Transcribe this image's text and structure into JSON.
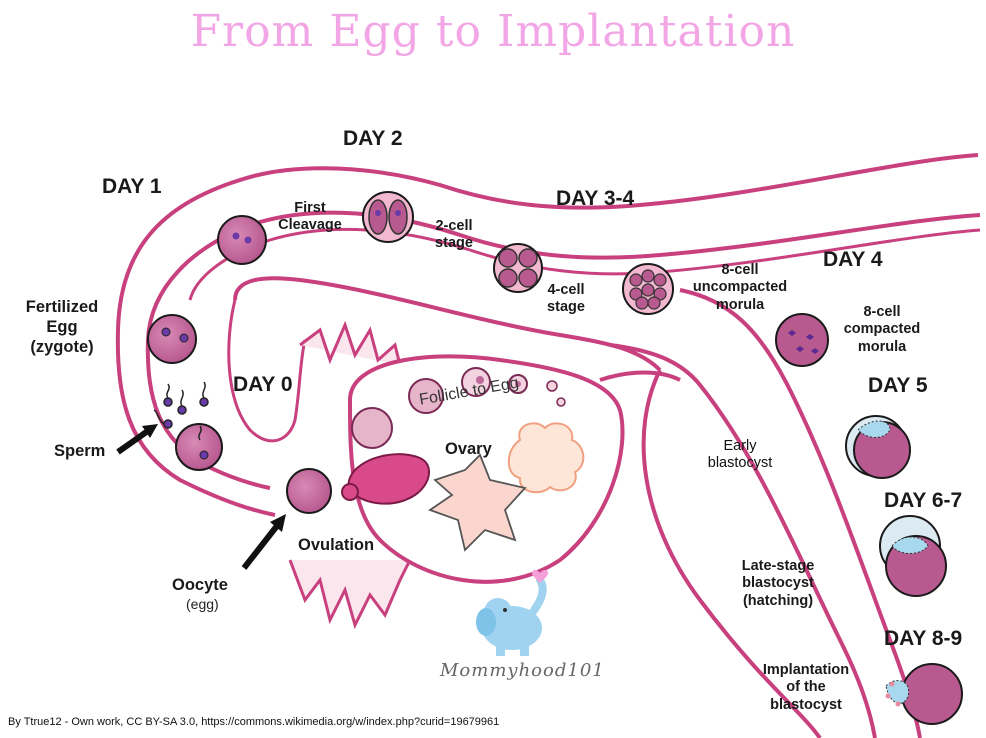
{
  "title": "From Egg to Implantation",
  "days": {
    "day0": "DAY 0",
    "day1": "DAY 1",
    "day2": "DAY 2",
    "day3_4": "DAY 3-4",
    "day4": "DAY 4",
    "day5": "DAY 5",
    "day6_7": "DAY 6-7",
    "day8_9": "DAY 8-9"
  },
  "stages": {
    "fertilized_line1": "Fertilized",
    "fertilized_line2": "Egg",
    "fertilized_line3": "(zygote)",
    "first_cleavage_line1": "First",
    "first_cleavage_line2": "Cleavage",
    "two_cell_line1": "2-cell",
    "two_cell_line2": "stage",
    "four_cell_line1": "4-cell",
    "four_cell_line2": "stage",
    "eight_uncompacted_line1": "8-cell",
    "eight_uncompacted_line2": "uncompacted",
    "eight_uncompacted_line3": "morula",
    "eight_compacted_line1": "8-cell",
    "eight_compacted_line2": "compacted",
    "eight_compacted_line3": "morula",
    "early_blast_line1": "Early",
    "early_blast_line2": "blastocyst",
    "late_blast_line1": "Late-stage",
    "late_blast_line2": "blastocyst",
    "late_blast_line3": "(hatching)",
    "implant_line1": "Implantation",
    "implant_line2": "of the",
    "implant_line3": "blastocyst"
  },
  "labels": {
    "sperm": "Sperm",
    "ovulation": "Ovulation",
    "oocyte": "Oocyte",
    "oocyte_sub": "(egg)",
    "ovary": "Ovary",
    "follicle": "Follicle to Egg"
  },
  "brand": "Mommyhood101",
  "credit": "By Ttrue12 - Own work, CC BY-SA 3.0, https://commons.wikimedia.org/w/index.php?curid=19679961",
  "colors": {
    "title": "#f3a6e6",
    "tube_outline": "#c8407e",
    "cell_fill": "#c06a9a",
    "cell_dark": "#8e2f6b",
    "nucleus": "#6a3aa8",
    "ovary_pink": "#f2b8c8",
    "blastocoel": "#a8d8ee",
    "elephant": "#9fd3f0"
  }
}
